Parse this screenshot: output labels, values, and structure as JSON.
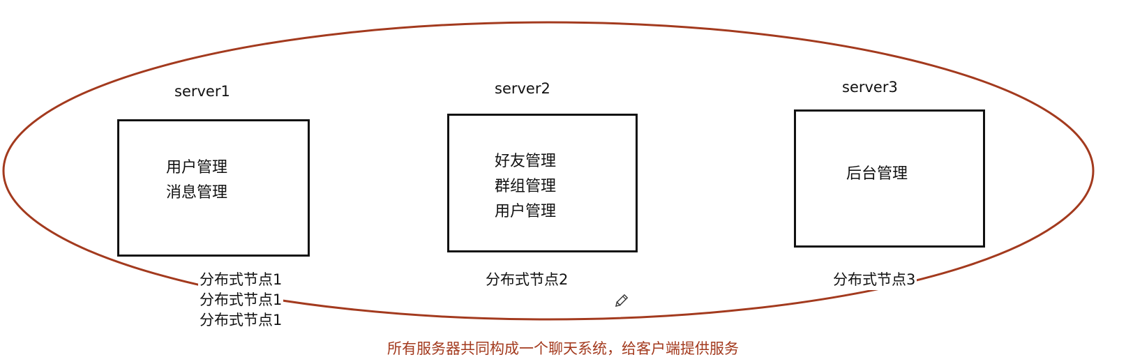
{
  "diagram": {
    "ellipse_color": "#a33a1e",
    "caption_color": "#a33a1e",
    "servers": [
      {
        "name": "server1",
        "modules": [
          "用户管理",
          "消息管理"
        ],
        "nodes": [
          "分布式节点1",
          "分布式节点1",
          "分布式节点1"
        ]
      },
      {
        "name": "server2",
        "modules": [
          "好友管理",
          "群组管理",
          "用户管理"
        ],
        "nodes": [
          "分布式节点2"
        ]
      },
      {
        "name": "server3",
        "modules": [
          "后台管理"
        ],
        "nodes": [
          "分布式节点3"
        ]
      }
    ],
    "caption": "所有服务器共同构成一个聊天系统，给客户端提供服务",
    "cursor_icon": "pencil-icon"
  }
}
